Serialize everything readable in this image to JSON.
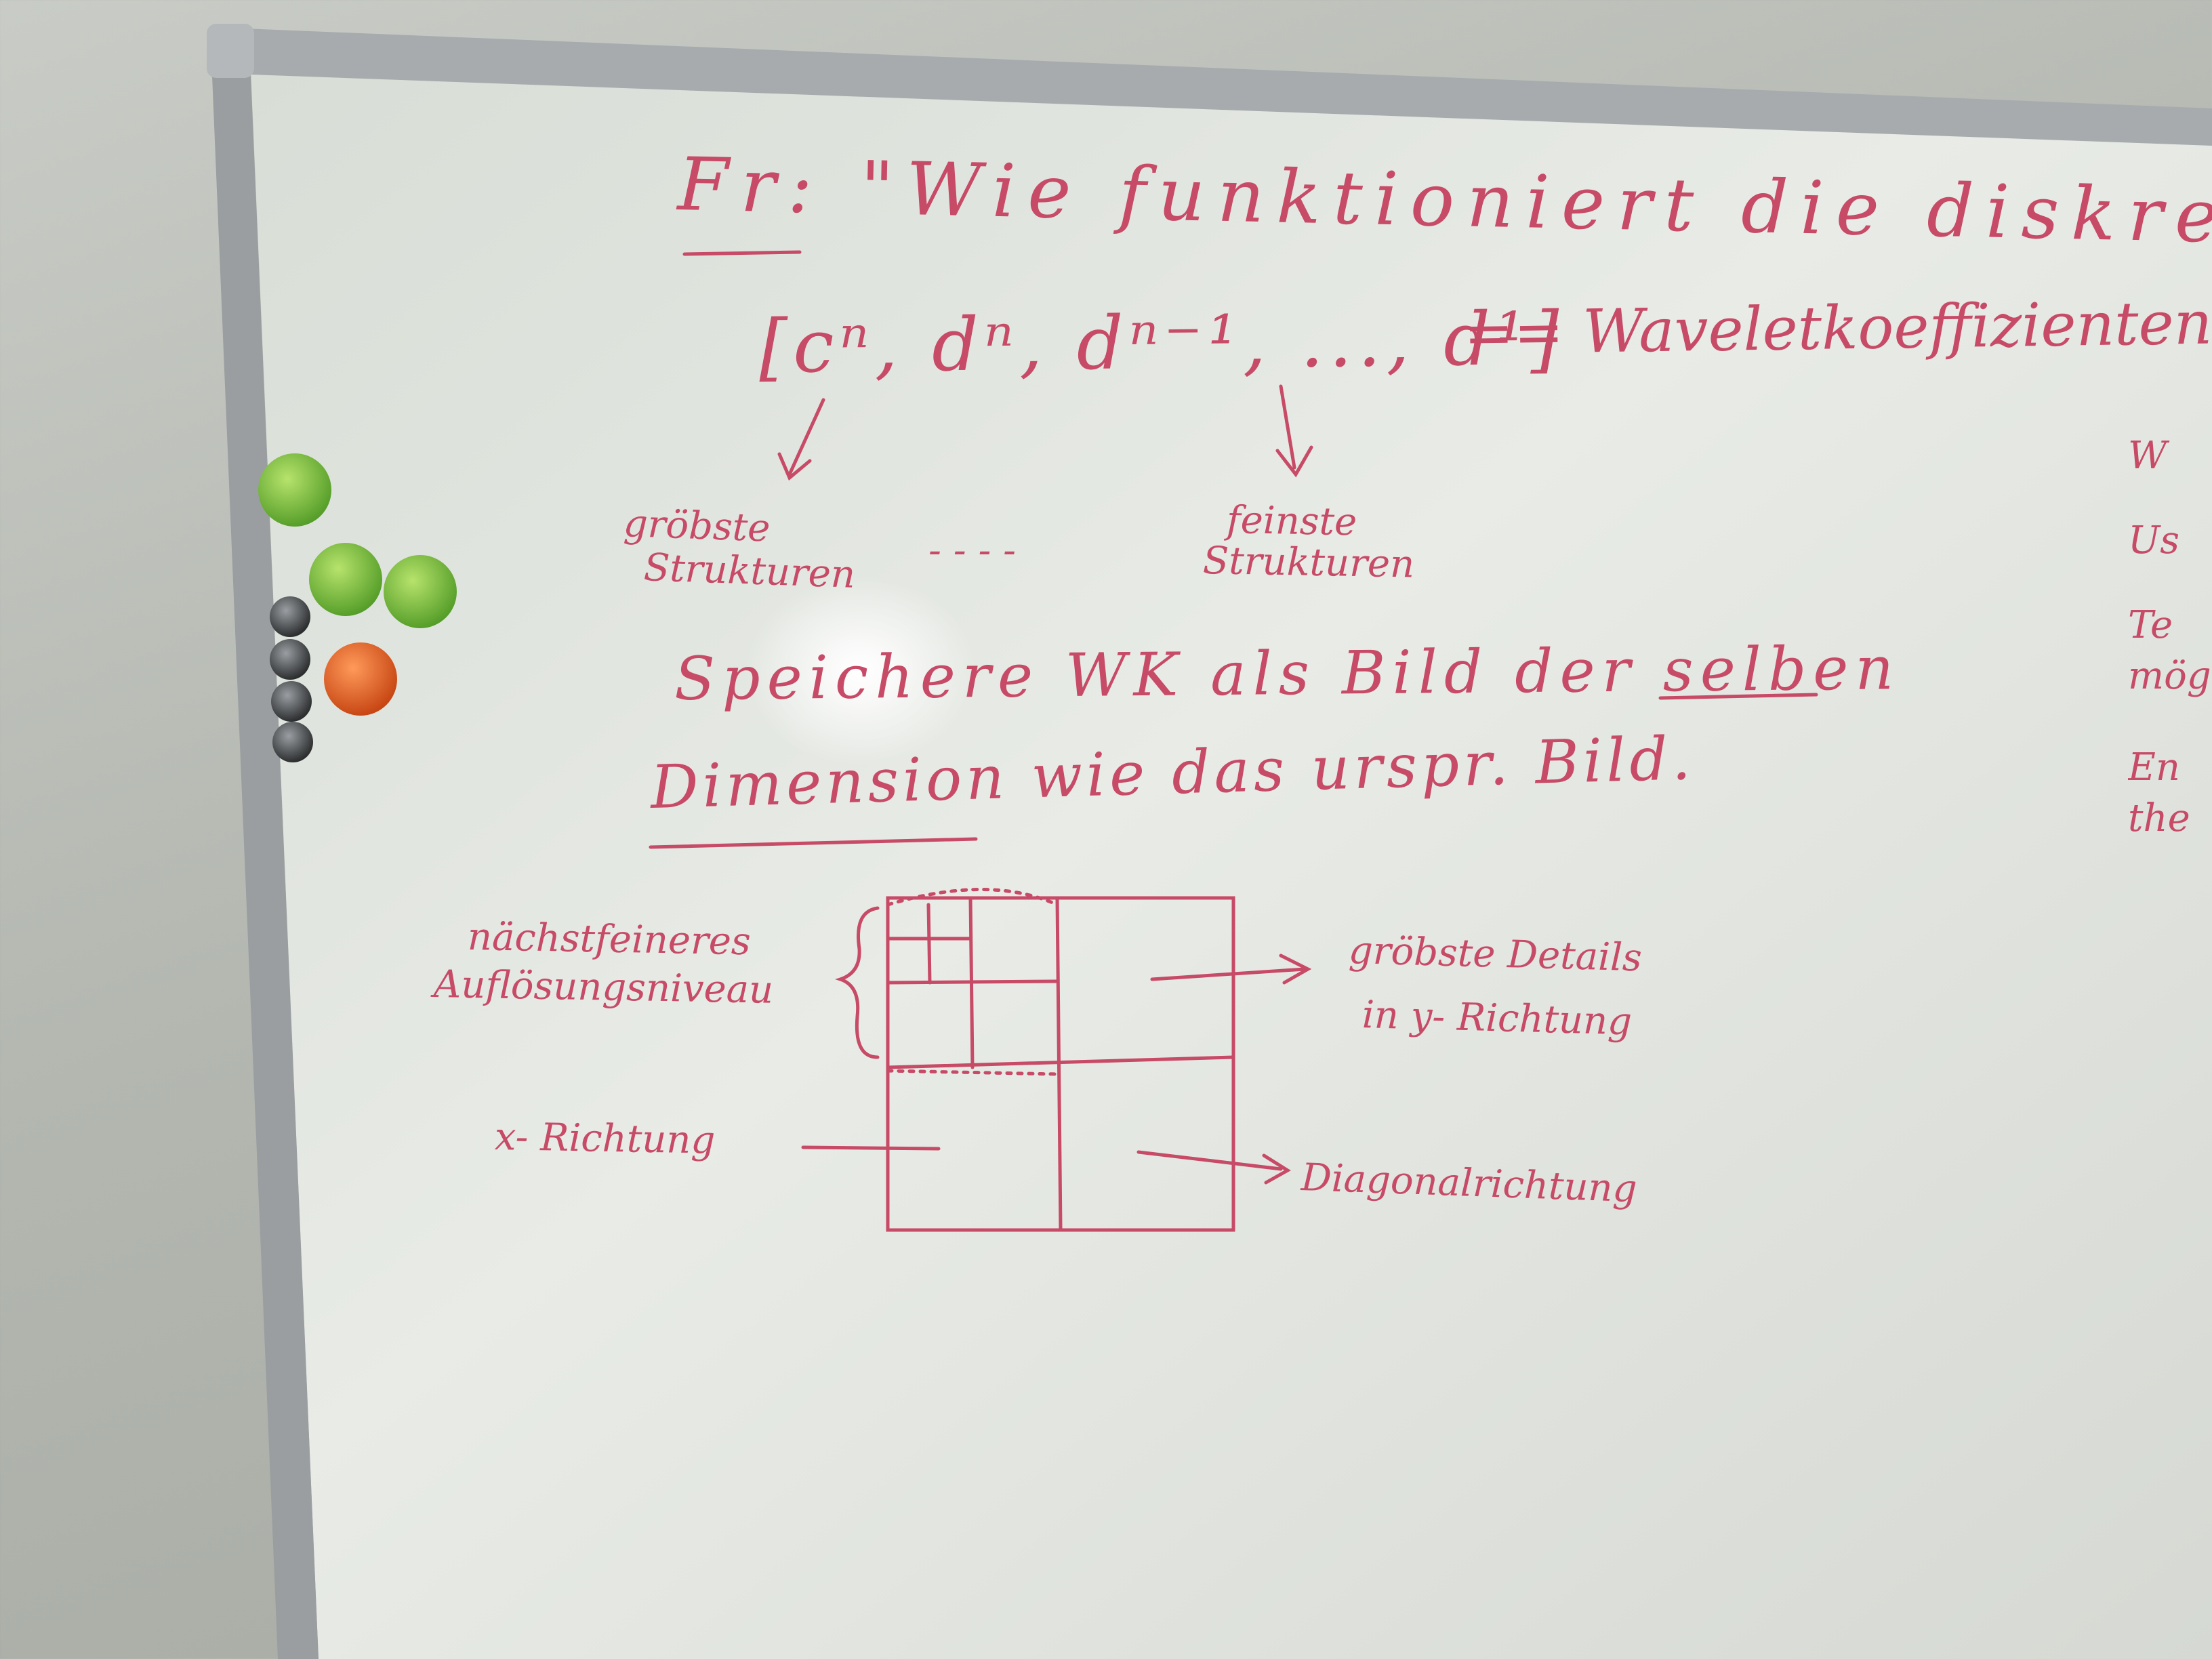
{
  "board": {
    "title": "Fr: \"Wie funktioniert die diskrete",
    "coeff_vector": "[cⁿ, dⁿ, dⁿ⁻¹, ..., d¹]",
    "coeff_label": "== Waveletkoeffizienten (WK",
    "coarse_label_1": "gröbste",
    "coarse_label_2": "Strukturen",
    "dots": "- - - -",
    "fine_label_1": "feinste",
    "fine_label_2": "Strukturen",
    "store_line_1": "Speichere WK als Bild der selben",
    "store_line_2": "Dimension wie das urspr. Bild.",
    "next_level_1": "nächstfeineres",
    "next_level_2": "Auflösungsniveau",
    "coarse_details_1": "gröbste Details",
    "coarse_details_2": "in y- Richtung",
    "x_direction": "x- Richtung",
    "diagonal": "Diagonalrichtung",
    "right_bullets": [
      "W",
      "Us",
      "Te",
      "mög",
      "En",
      "the"
    ]
  },
  "colors": {
    "marker_ink": "#c74a66",
    "board_surface": "#e6e9e3",
    "frame": "#9ea2a4",
    "magnet_green": "#6bb23a",
    "magnet_orange": "#e05a1c",
    "magnet_dark": "#3a3c3e"
  }
}
